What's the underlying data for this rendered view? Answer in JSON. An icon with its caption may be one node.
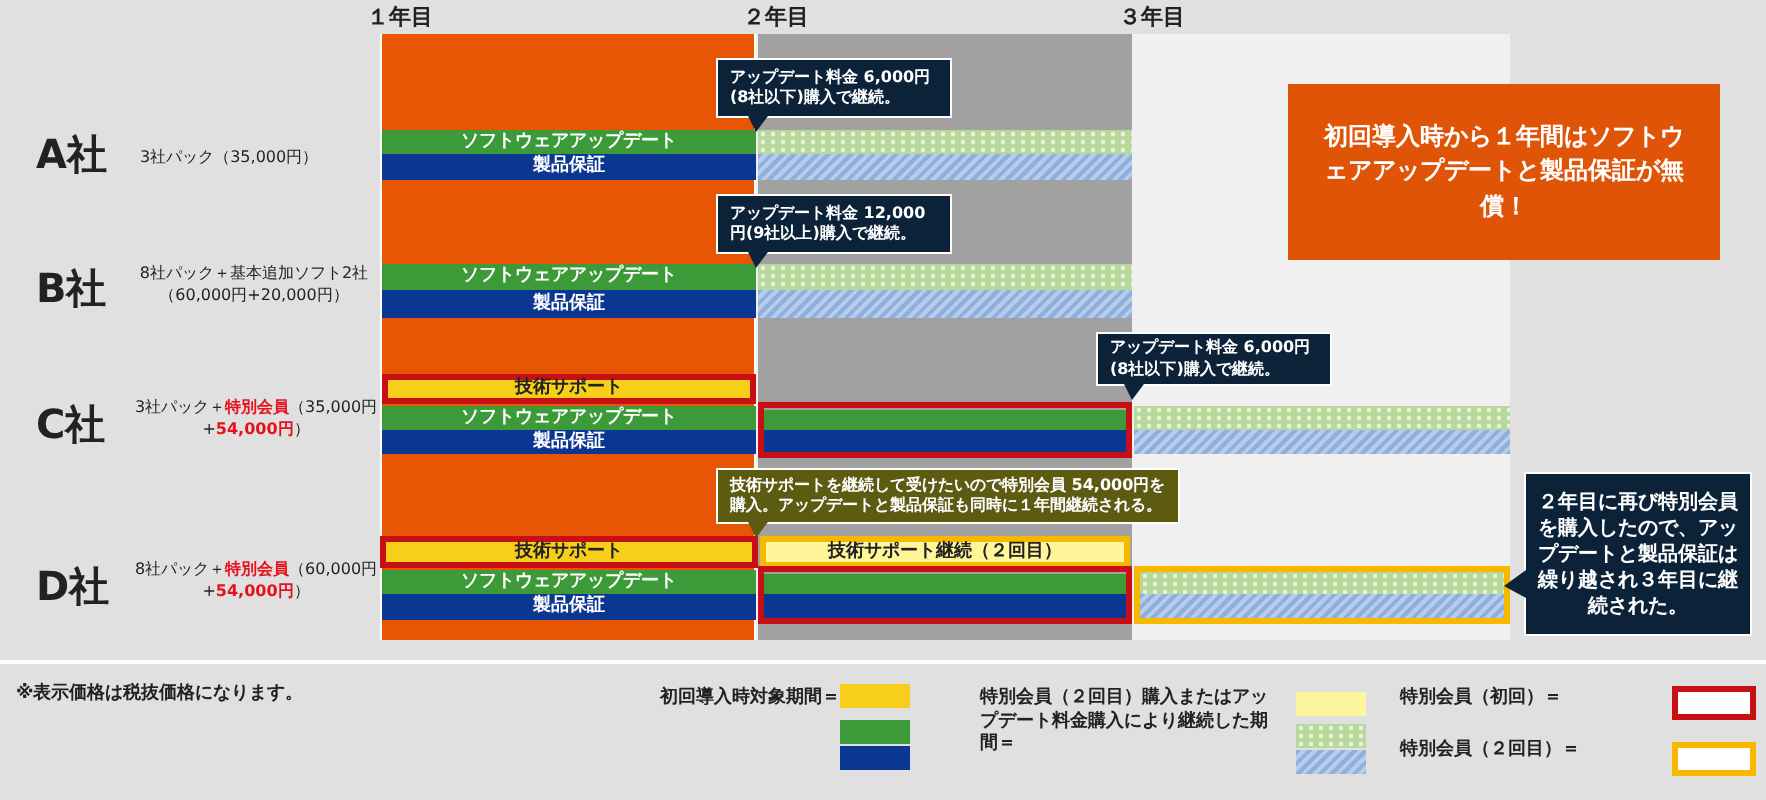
{
  "diagram": {
    "labels": [
      "１年目",
      "２年目",
      "３年目",
      "アップデート料金 6,000円(8社以下)購入で継続。",
      "初回導入時から１年間はソフトウェアアップデートと製品保証が無償！",
      "A社",
      "3社パック（35,000円）",
      "ソフトウェアアップデート",
      "製品保証",
      "アップデート料金 12,000円(9社以上)購入で継続。",
      "B社",
      "8社パック＋基本追加ソフト2社（60,000円+20,000円）",
      "ソフトウェアアップデート",
      "製品保証",
      "アップデート料金 6,000円(8社以下)購入で継続。",
      "技術サポート",
      "C社",
      "3社パック＋**特別会員**（35,000円+**54,000円**）",
      "ソフトウェアアップデート",
      "製品保証",
      "技術サポートを継続して受けたいので特別会員 54,000円を購入。アップデートと製品保証も同時に１年間継続される。",
      "２年目に再び特別会員を購入したので、アップデートと製品保証は繰り越され３年目に継続された。",
      "技術サポート",
      "技術サポート継続（２回目）",
      "D社",
      "8社パック＋**特別会員**（60,000円+**54,000円**）",
      "ソフトウェアアップデート",
      "製品保証",
      "※表示価格は税抜価格になります。"
    ],
    "legend": [
      {
        "text": "初回導入時対象期間＝",
        "color": "#f7cf1b"
      },
      {
        "text": "特別会員（２回目）購入またはアップデート料金購入により継続した期間＝",
        "color": "#fff59b"
      },
      {
        "text": "特別会員（初回）＝"
      },
      {
        "text": "特別会員（２回目）＝"
      }
    ]
  }
}
